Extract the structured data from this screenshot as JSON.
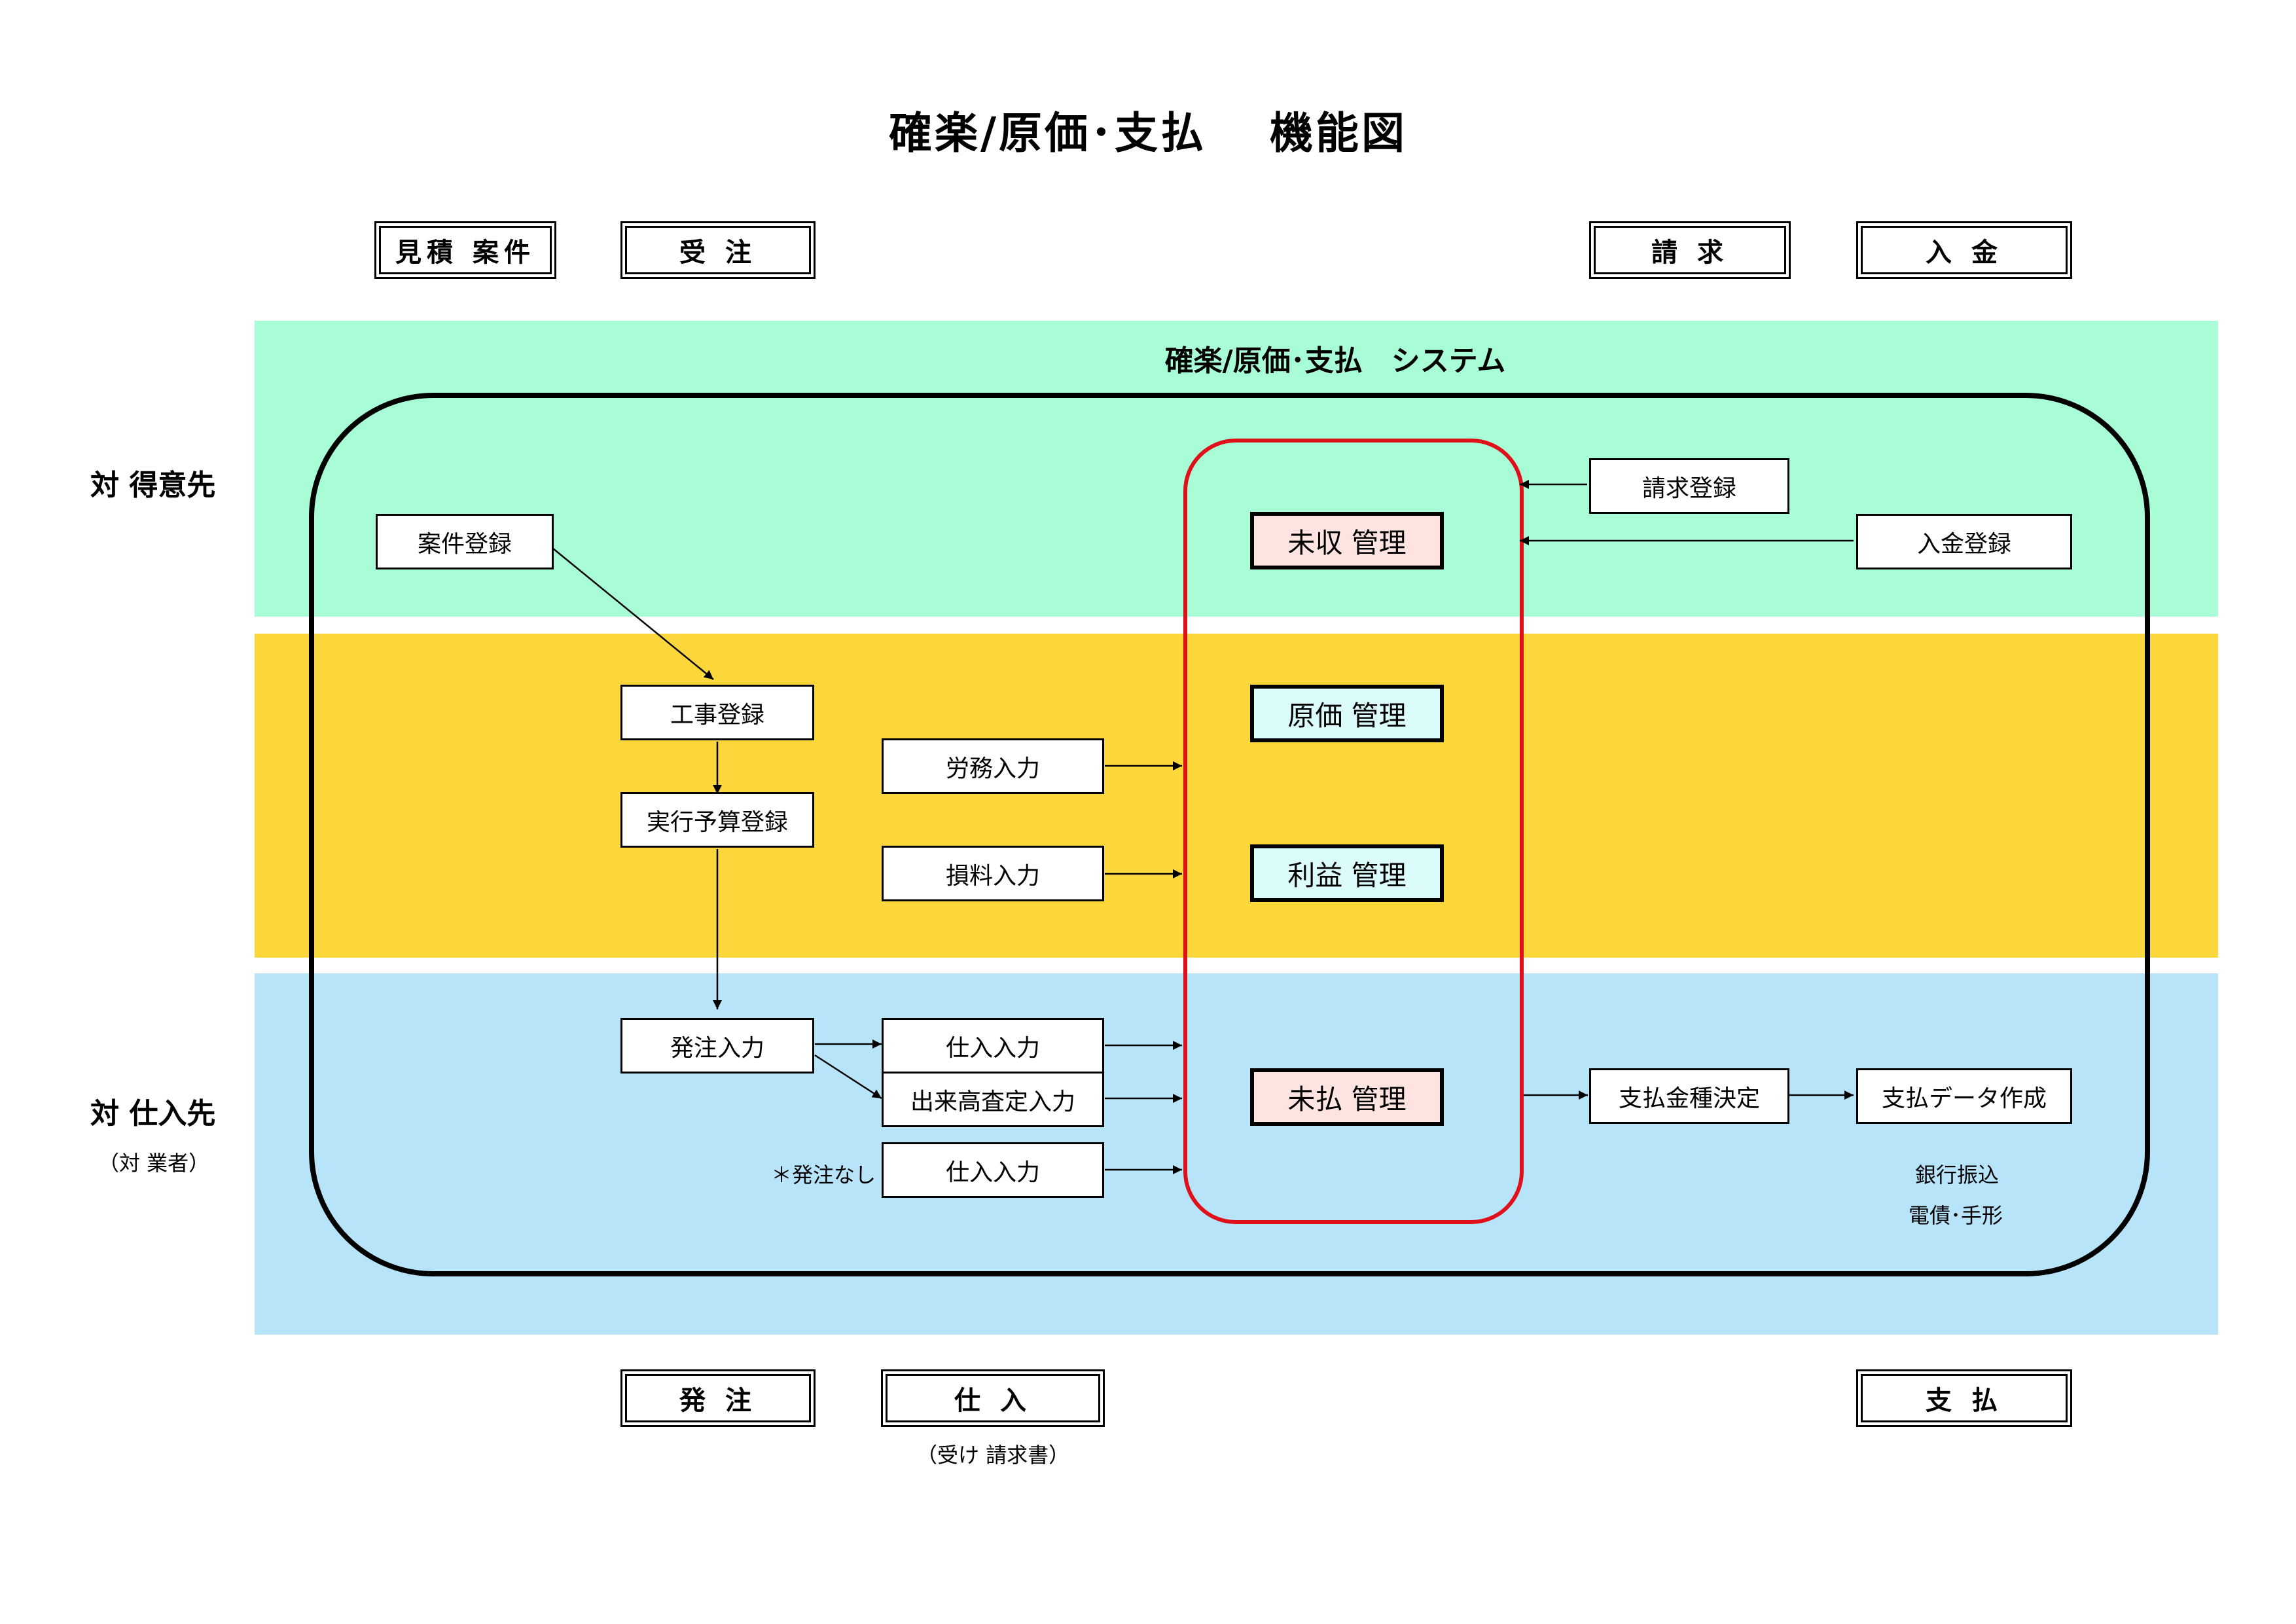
{
  "title": "確楽/原価･支払　 機能図",
  "top_boxes": {
    "mitsumori": "見積 案件",
    "juchu": "受 注",
    "seikyu": "請 求",
    "nyukin": "入 金"
  },
  "bottom_boxes": {
    "hatchu": "発 注",
    "shiire": "仕 入",
    "shiharai": "支 払"
  },
  "bottom_note": "（受け 請求書）",
  "system_label": "確楽/原価･支払　システム",
  "side_labels": {
    "customer": "対 得意先",
    "supplier": "対 仕入先",
    "supplier_sub": "（対 業者）"
  },
  "process_boxes": {
    "anken_toroku": "案件登録",
    "koji_toroku": "工事登録",
    "jikko_yosan": "実行予算登録",
    "romu_nyuryoku": "労務入力",
    "sonryo_nyuryoku": "損料入力",
    "hatchu_nyuryoku": "発注入力",
    "shiire_nyuryoku": "仕入入力",
    "dekidaka": "出来高査定入力",
    "shiire_nyuryoku2": "仕入入力",
    "seikyu_toroku": "請求登録",
    "nyukin_toroku": "入金登録",
    "shiharai_kinshu": "支払金種決定",
    "shiharai_data": "支払データ作成"
  },
  "management": {
    "mishu": "未収 管理",
    "genka": "原価 管理",
    "rieki": "利益 管理",
    "mibarai": "未払 管理"
  },
  "notes": {
    "no_order": "＊発注なし",
    "bank": "銀行振込",
    "bills": "電債･手形"
  },
  "colors": {
    "green_band": "#a8fcd6",
    "yellow_band": "#fcd73c",
    "blue_band": "#b8e4fa",
    "red_frame": "#e0101a",
    "pink_fill": "#fde4e0",
    "cyan_fill": "#dcfcfc"
  }
}
